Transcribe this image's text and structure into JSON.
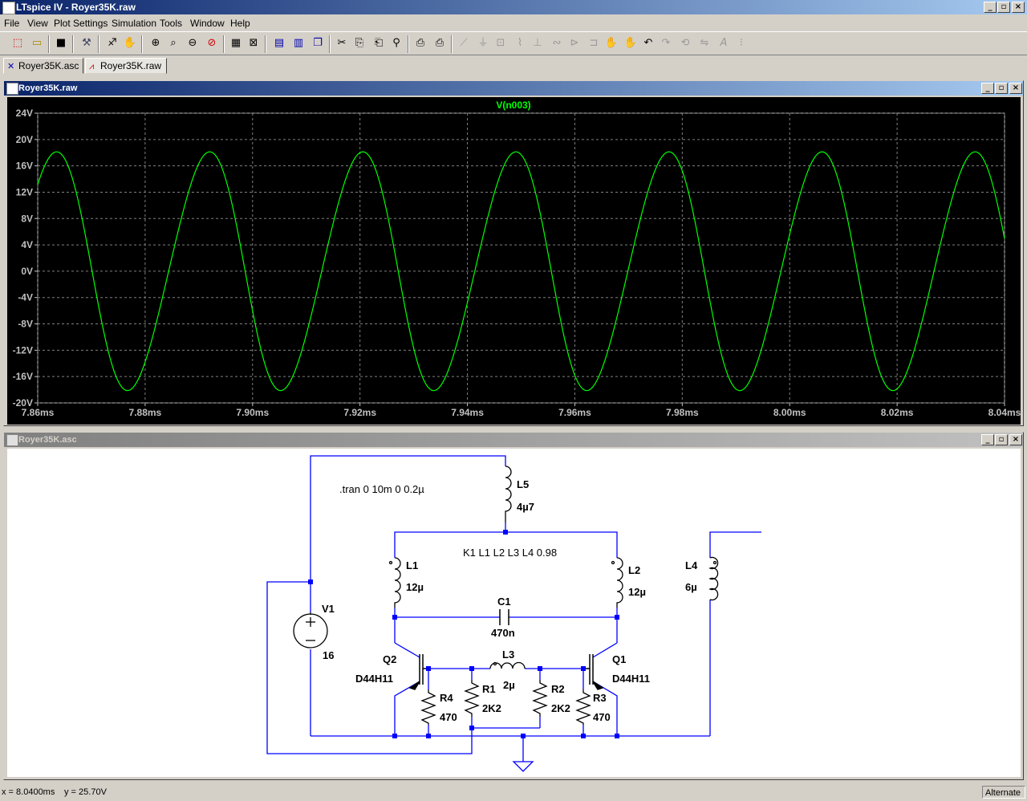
{
  "app": {
    "window_title": "LTspice IV - Royer35K.raw",
    "menu": [
      "File",
      "View",
      "Plot Settings",
      "Simulation",
      "Tools",
      "Window",
      "Help"
    ],
    "caption_buttons": [
      "_",
      "▫",
      "×"
    ]
  },
  "tabs": [
    {
      "label": "Royer35K.asc",
      "icon": "schematic-icon"
    },
    {
      "label": "Royer35K.raw",
      "icon": "waveform-icon"
    }
  ],
  "plot_window": {
    "title": "Royer35K.raw",
    "trace_label": "V(n003)",
    "trace_color": "#00ff00",
    "background": "#000000",
    "grid_color": "#808080"
  },
  "schematic_window": {
    "title": "Royer35K.asc",
    "wire_color": "#0000ff",
    "labels": {
      "tran": ".tran 0 10m 0 0.2µ",
      "kline": "K1 L1 L2 L3 L4 0.98",
      "L5": "L5",
      "L5v": "4µ7",
      "L1": "L1",
      "L1v": "12µ",
      "L2": "L2",
      "L2v": "12µ",
      "L4": "L4",
      "L4v": "6µ",
      "C1": "C1",
      "C1v": "470n",
      "V1": "V1",
      "V1v": "16",
      "Q2": "Q2",
      "Q2m": "D44H11",
      "Q1": "Q1",
      "Q1m": "D44H11",
      "L3": "L3",
      "L3v": "2µ",
      "R4": "R4",
      "R4v": "470",
      "R1": "R1",
      "R1v": "2K2",
      "R2": "R2",
      "R2v": "2K2",
      "R3": "R3",
      "R3v": "470"
    }
  },
  "status": {
    "x": "x = 8.0400ms",
    "y": "y = 25.70V",
    "mode": "Alternate"
  },
  "chart_data": {
    "type": "line",
    "title": "V(n003)",
    "xlabel": "",
    "ylabel": "",
    "xlim": [
      7.86,
      8.04
    ],
    "ylim": [
      -20,
      24
    ],
    "x_ticks": [
      "7.86ms",
      "7.88ms",
      "7.90ms",
      "7.92ms",
      "7.94ms",
      "7.96ms",
      "7.98ms",
      "8.00ms",
      "8.02ms",
      "8.04ms"
    ],
    "y_ticks": [
      "24V",
      "20V",
      "16V",
      "12V",
      "8V",
      "4V",
      "0V",
      "-4V",
      "-8V",
      "-12V",
      "-16V",
      "-20V"
    ],
    "grid": true,
    "series": [
      {
        "name": "V(n003)",
        "color": "#00ff00",
        "amplitude": 18,
        "period_ms": 0.0285,
        "first_peak_ms": 7.863
      }
    ]
  }
}
